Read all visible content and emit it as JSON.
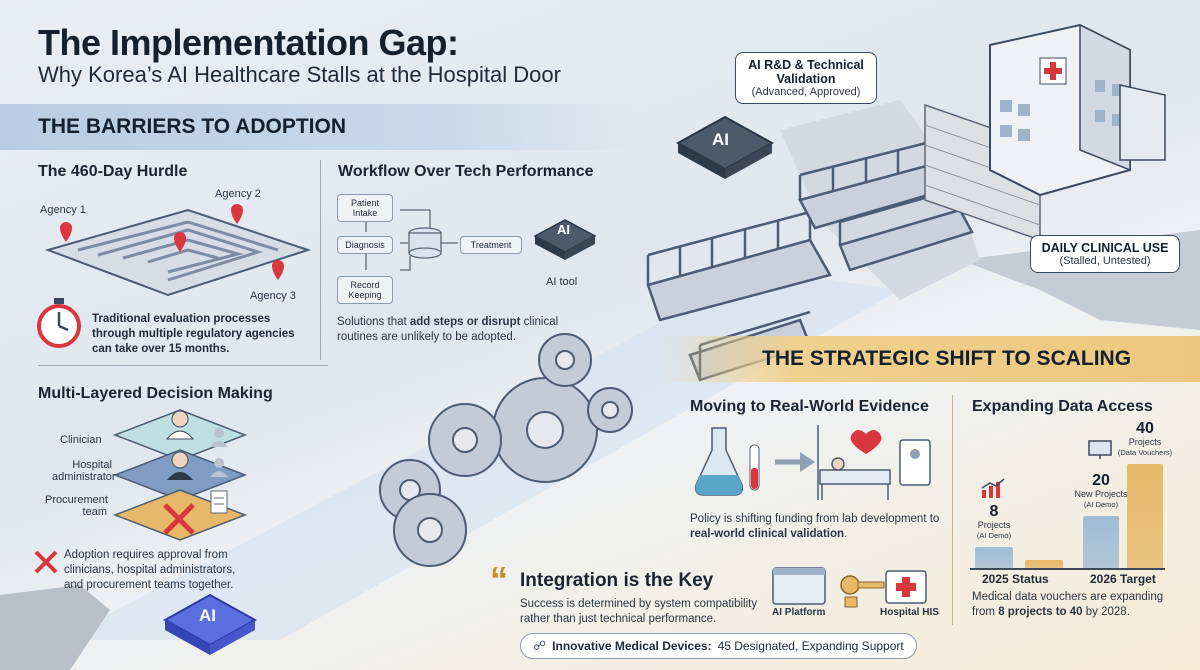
{
  "header": {
    "title": "The Implementation Gap:",
    "subtitle": "Why Korea’s AI Healthcare Stalls at the Hospital Door"
  },
  "barriers": {
    "band": "THE BARRIERS TO ADOPTION",
    "hurdle": {
      "title": "The 460-Day Hurdle",
      "agencies": [
        "Agency 1",
        "Agency 2",
        "Agency 3"
      ],
      "text": "Traditional evaluation processes through multiple regulatory agencies can take over 15 months."
    },
    "workflow": {
      "title": "Workflow Over Tech Performance",
      "steps": [
        "Patient Intake",
        "Diagnosis",
        "Record Keeping",
        "Treatment"
      ],
      "ai_chip": "AI",
      "ai_label": "AI tool",
      "text_a": "Solutions that ",
      "text_b": "add steps or disrupt",
      "text_c": " clinical routines are unlikely to be adopted."
    },
    "decision": {
      "title": "Multi-Layered Decision Making",
      "layers": [
        "Clinician",
        "Hospital administrator",
        "Procurement team"
      ],
      "text": "Adoption requires approval from clinicians, hospital administrators, and procurement teams together."
    }
  },
  "bridge": {
    "rnd": {
      "title": "AI R&D & Technical Validation",
      "status": "(Advanced, Approved)"
    },
    "clinical": {
      "title": "DAILY CLINICAL USE",
      "status": "(Stalled, Untested)"
    },
    "ai_chip_top": "AI",
    "ai_chip_bottom": "AI"
  },
  "scaling": {
    "band": "THE STRATEGIC SHIFT TO SCALING",
    "rwe": {
      "title": "Moving to Real-World Evidence",
      "text_a": "Policy is shifting funding from lab development to ",
      "text_b": "real-world clinical validation",
      "text_c": "."
    },
    "data": {
      "title": "Expanding Data Access",
      "text_a": "Medical data vouchers are expanding from ",
      "text_b": "8 projects to 40",
      "text_c": " by 2028."
    },
    "integration": {
      "quote_mark": "“",
      "title": "Integration is the Key",
      "text": "Success is determined by system compatibility rather than just technical performance.",
      "ai_platform": "AI Platform",
      "hospital_his": "Hospital HIS",
      "devices_label": "Innovative Medical Devices:",
      "devices_value": " 45 Designated, Expanding Support"
    }
  },
  "chart_data": {
    "type": "bar",
    "title": "Expanding Data Access",
    "categories": [
      "2025 Status",
      "2026 Target"
    ],
    "series": [
      {
        "name": "AI Demo",
        "values": [
          8,
          20
        ]
      },
      {
        "name": "Data Vouchers",
        "values": [
          null,
          40
        ]
      }
    ],
    "bar_labels": [
      {
        "value": "8",
        "line1": "Projects",
        "line2": "(AI Demo)"
      },
      {
        "value": "20",
        "line1": "New Projects",
        "line2": "(AI Demo)"
      },
      {
        "value": "40",
        "line1": "Projects",
        "line2": "(Data Vouchers)"
      }
    ],
    "ylim": [
      0,
      40
    ],
    "colors": {
      "ai_demo": "#9fbcd4",
      "vouchers": "#e6b868"
    }
  }
}
